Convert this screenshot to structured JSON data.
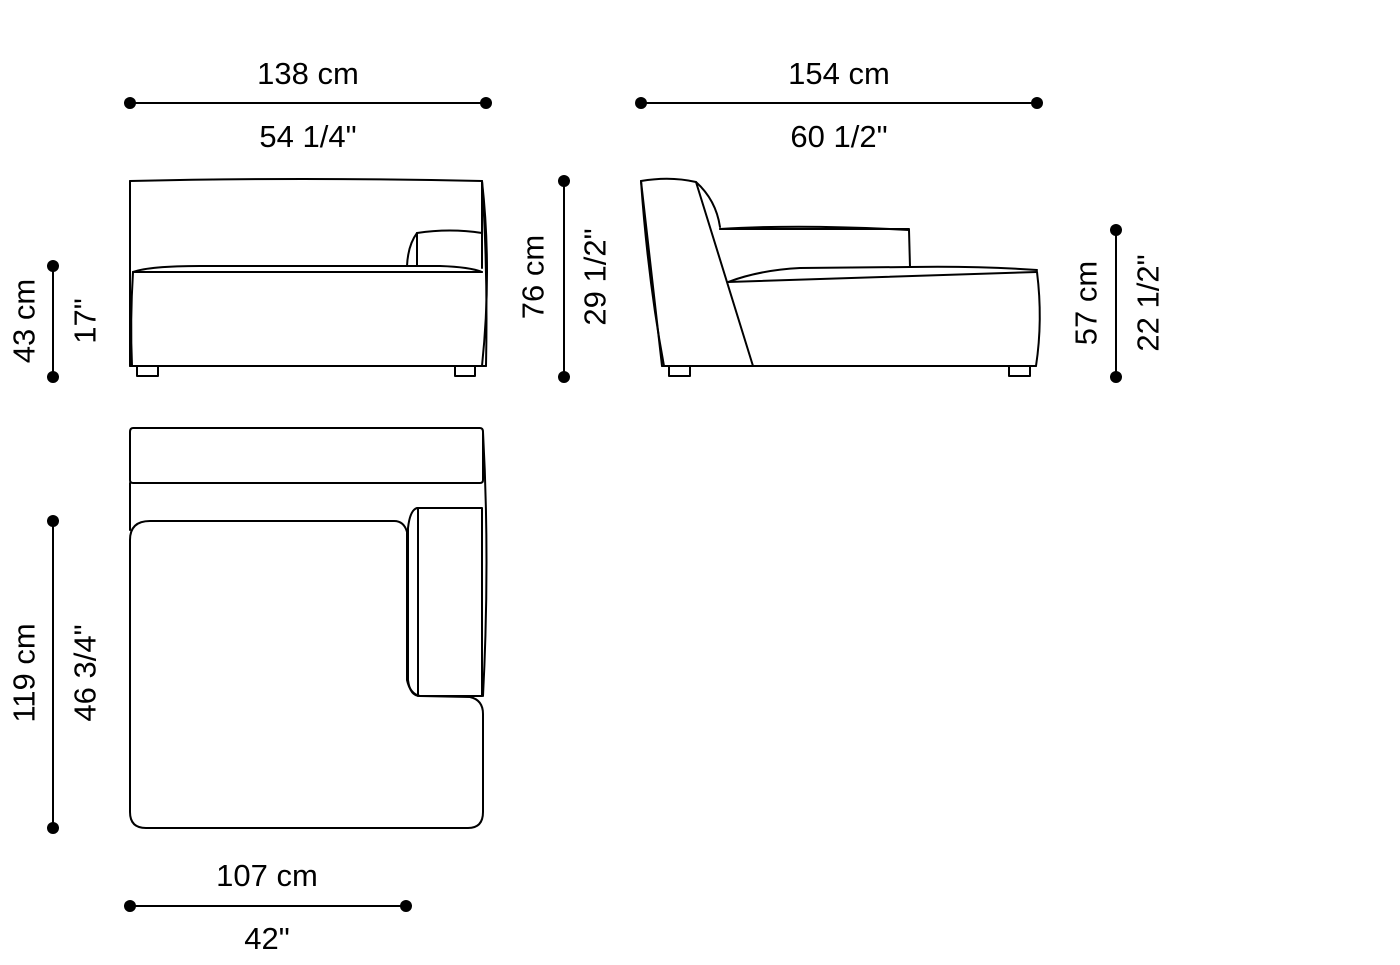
{
  "drawing": {
    "subject": "sofa chaise module dimension drawing",
    "line_color": "#000000",
    "background": "#ffffff"
  },
  "views": {
    "front": {
      "width": {
        "cm": "138 cm",
        "in": "54 1/4\""
      },
      "seat_height": {
        "cm": "43 cm",
        "in": "17\""
      },
      "overall_height": {
        "cm": "76 cm",
        "in": "29 1/2\""
      }
    },
    "side": {
      "depth": {
        "cm": "154 cm",
        "in": "60 1/2\""
      },
      "arm_height": {
        "cm": "57 cm",
        "in": "22 1/2\""
      }
    },
    "top": {
      "depth": {
        "cm": "119 cm",
        "in": "46 3/4\""
      },
      "seat_width": {
        "cm": "107 cm",
        "in": "42\""
      }
    }
  }
}
